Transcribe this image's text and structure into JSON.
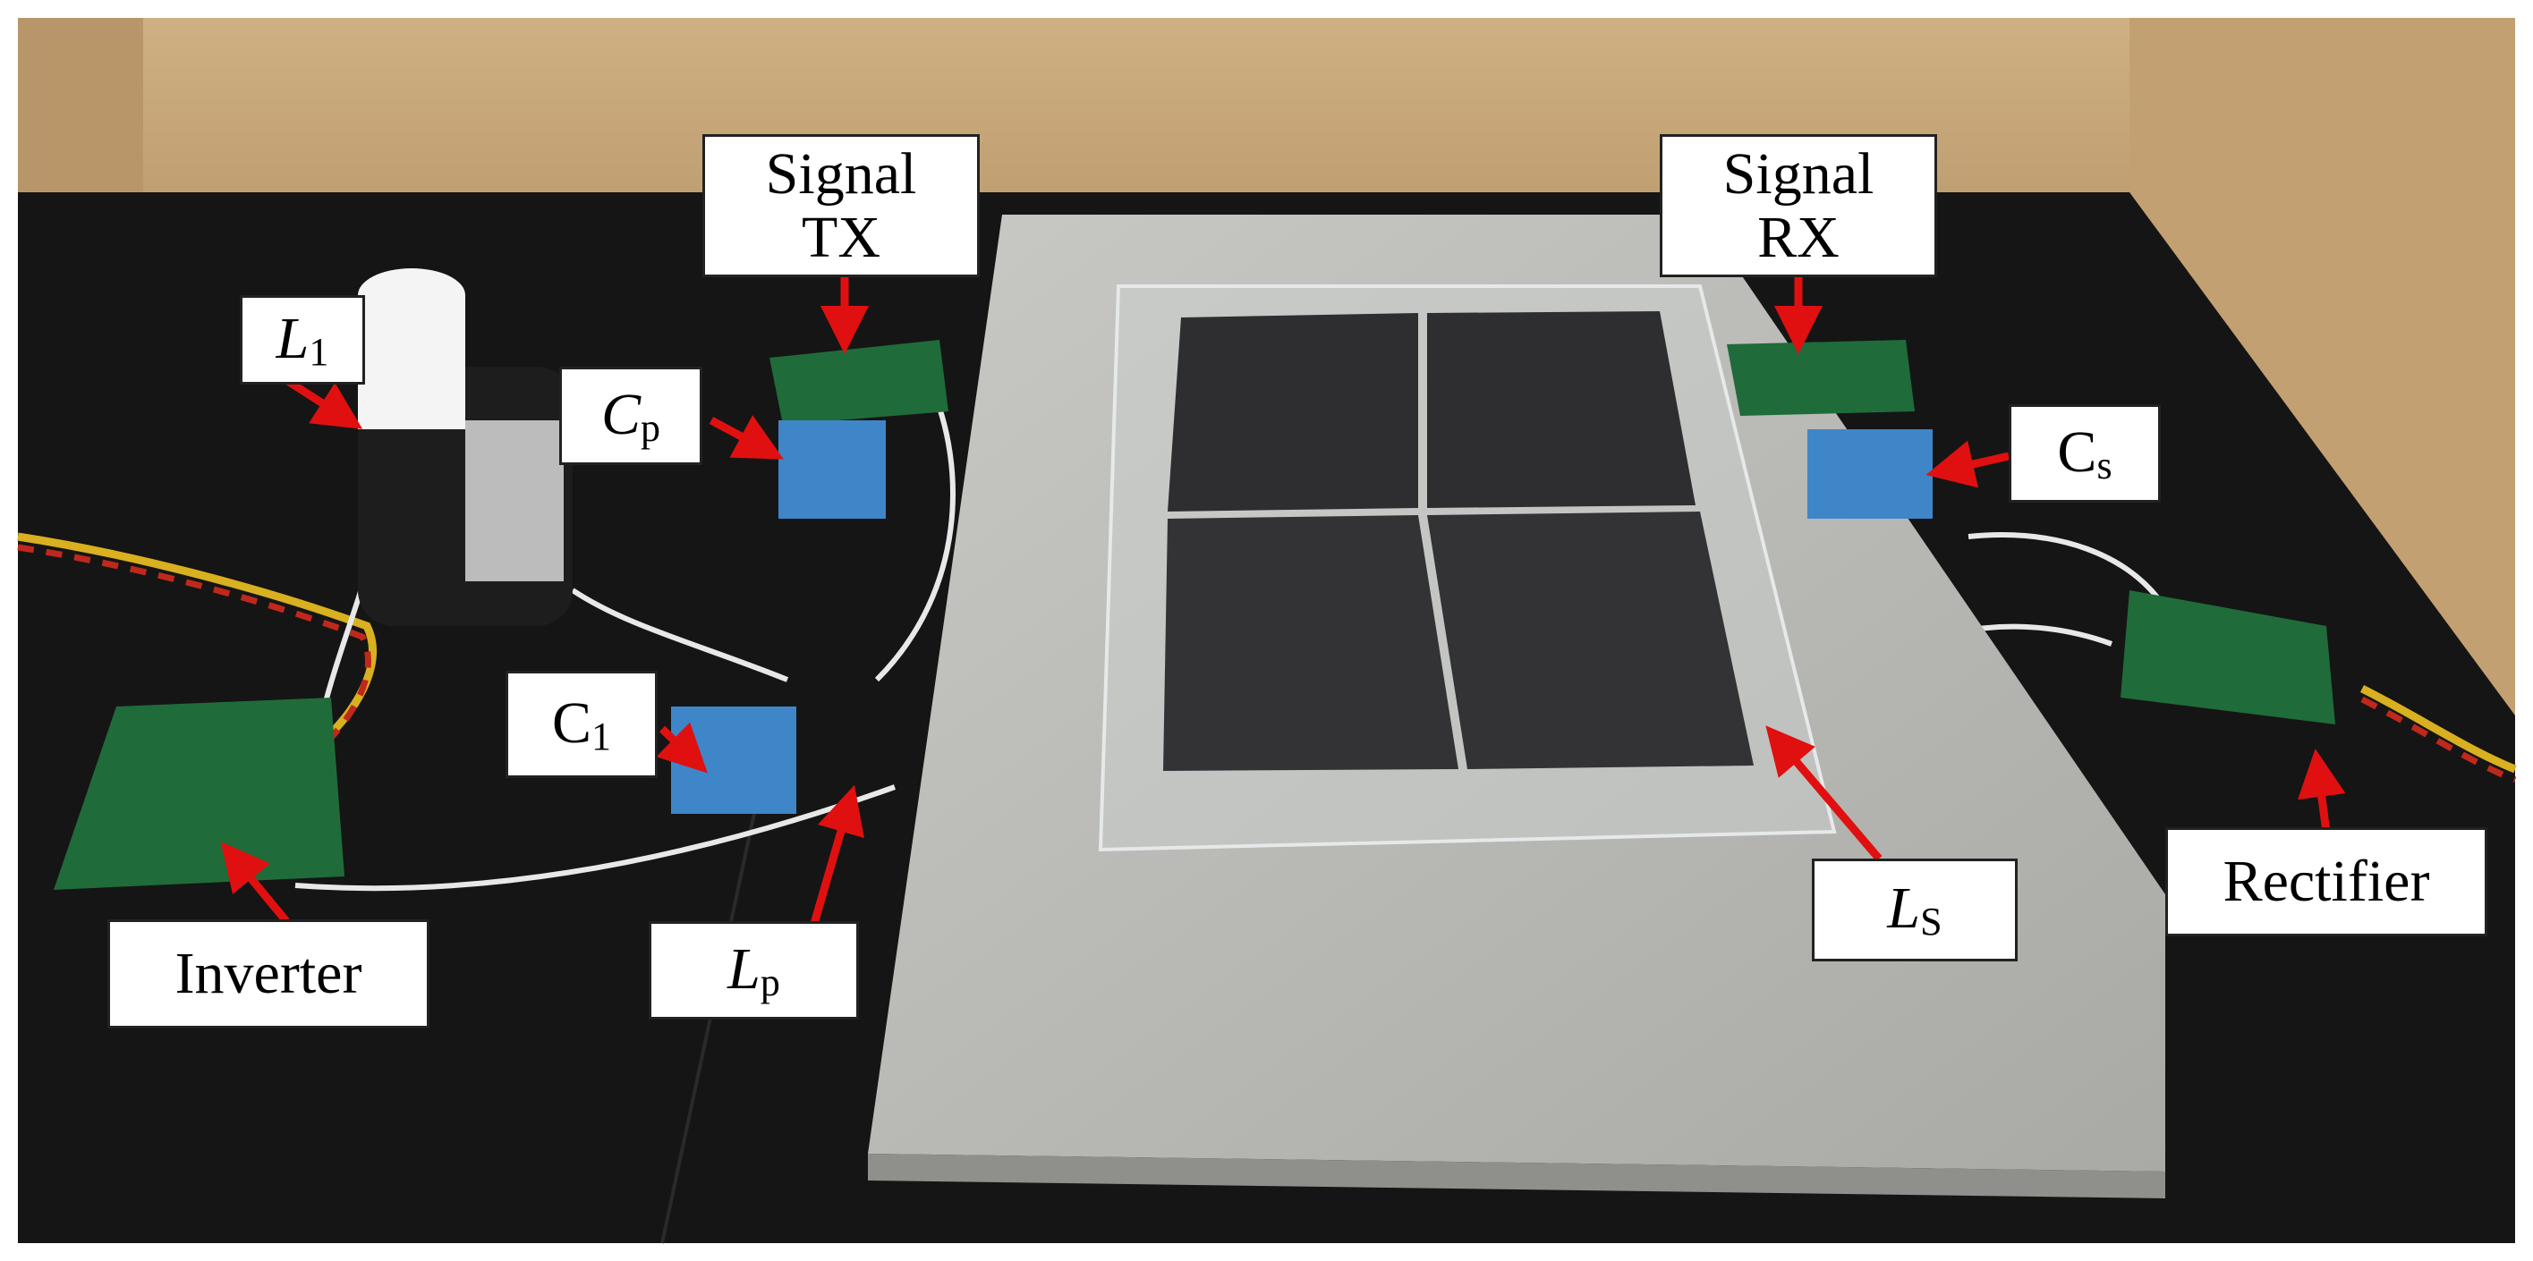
{
  "labels": {
    "signal_tx": {
      "line1": "Signal",
      "line2": "TX"
    },
    "signal_rx": {
      "line1": "Signal",
      "line2": "RX"
    },
    "l1": {
      "main": "L",
      "sub": "1"
    },
    "cp": {
      "main": "C",
      "sub": "p"
    },
    "cs": {
      "main": "C",
      "sub": "s"
    },
    "c1": {
      "main": "C",
      "sub": "1"
    },
    "lp": {
      "main": "L",
      "sub": "p"
    },
    "ls": {
      "main": "L",
      "sub": "S"
    },
    "inverter": "Inverter",
    "rectifier": "Rectifier"
  },
  "colors": {
    "arrow": "#e01010",
    "table": "#141414",
    "cardboard": "#c9a77a",
    "concrete": "#b9b9b6",
    "ferrite": "#2e2e30",
    "pcb": "#1f6b3a",
    "capacitor": "#3f86c9"
  }
}
